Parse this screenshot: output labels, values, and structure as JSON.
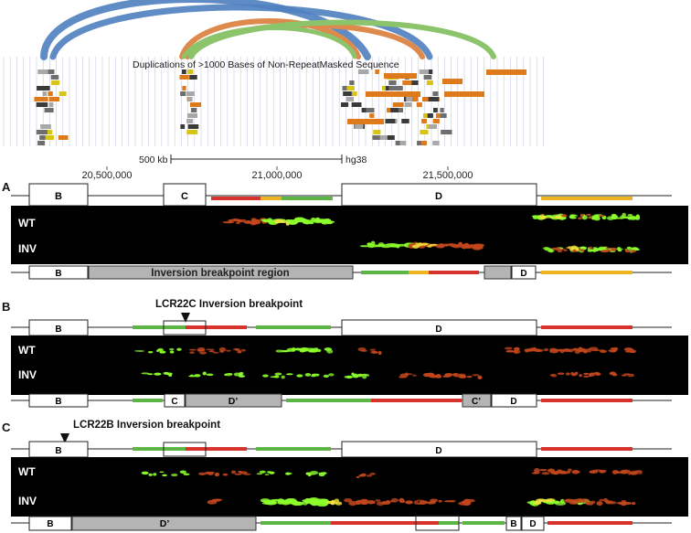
{
  "genome_browser": {
    "track_title": "Duplications of >1000 Bases of Non-RepeatMasked Sequence",
    "scale_label": "500 kb",
    "assembly": "hg38",
    "ticks": [
      "20,500,000",
      "21,000,000",
      "21,500,000"
    ]
  },
  "panels": [
    {
      "letter": "A",
      "top_blocks": [
        "B",
        "C",
        "D"
      ],
      "rows": [
        "WT",
        "INV"
      ],
      "bottom_blocks": [
        "B",
        "Inversion breakpoint region",
        "D"
      ]
    },
    {
      "letter": "B",
      "title": "LCR22C Inversion breakpoint",
      "top_blocks": [
        "B",
        "D"
      ],
      "rows": [
        "WT",
        "INV"
      ],
      "bottom_blocks": [
        "B",
        "C",
        "D’",
        "C’",
        "D"
      ]
    },
    {
      "letter": "C",
      "title": "LCR22B Inversion breakpoint",
      "top_blocks": [
        "B",
        "D"
      ],
      "rows": [
        "WT",
        "INV"
      ],
      "bottom_blocks": [
        "B",
        "D’",
        "B",
        "D"
      ]
    }
  ],
  "colors": {
    "arc_blue": "#4f7fc0",
    "arc_orange": "#de8a4c",
    "arc_green": "#8cc46c",
    "segment_red": "#d8322c",
    "segment_green": "#5cb544",
    "segment_yellow": "#eeb420",
    "gap_grey": "#b4b4b4",
    "signal_green": "#8cff2c",
    "signal_red": "#c2461c"
  }
}
